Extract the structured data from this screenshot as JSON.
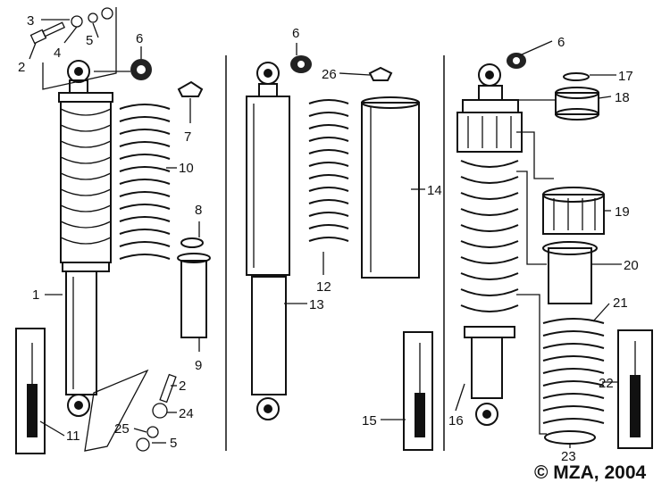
{
  "figure": {
    "copyright": "© MZA, 2004"
  },
  "callouts": {
    "c3": "3",
    "c2_top": "2",
    "c4": "4",
    "c5_top": "5",
    "c6_left": "6",
    "c7": "7",
    "c10": "10",
    "c8": "8",
    "c1": "1",
    "c9": "9",
    "c11": "11",
    "c2_bottom": "2",
    "c24": "24",
    "c25": "25",
    "c5_bottom": "5",
    "c6_mid": "6",
    "c26": "26",
    "c14": "14",
    "c12": "12",
    "c13": "13",
    "c15": "15",
    "c6_right": "6",
    "c17": "17",
    "c18": "18",
    "c19": "19",
    "c20": "20",
    "c21": "21",
    "c22": "22",
    "c16": "16",
    "c23": "23"
  }
}
